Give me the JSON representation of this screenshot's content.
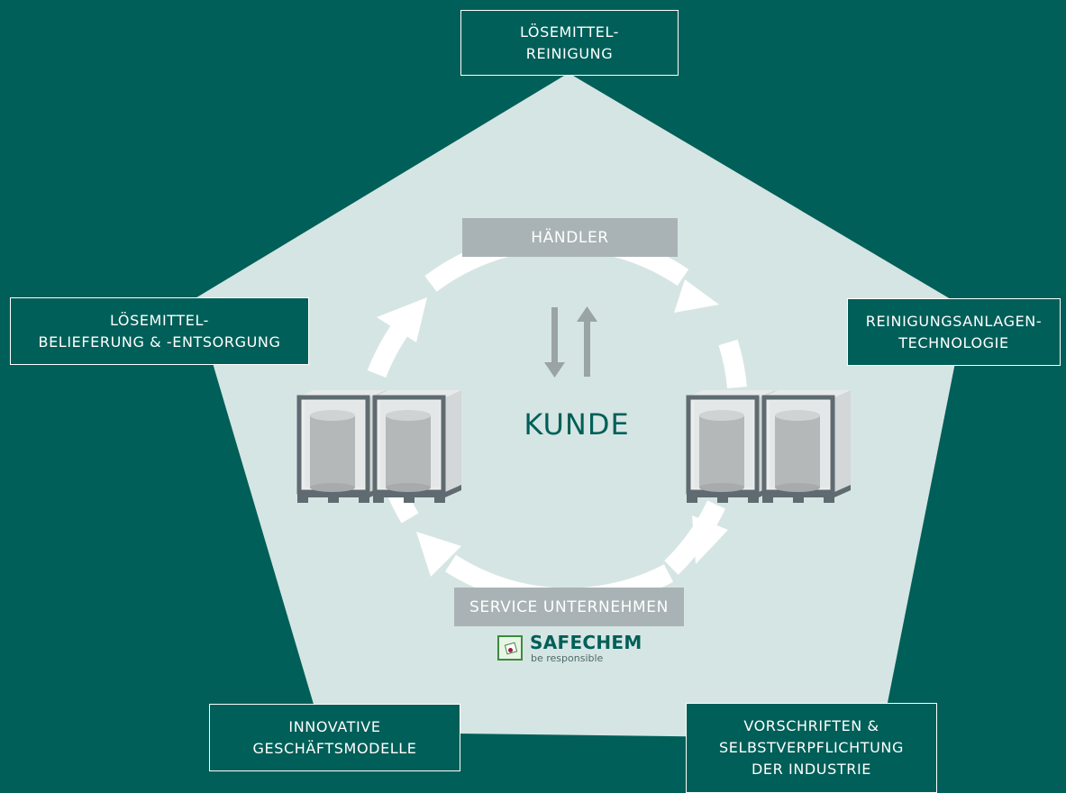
{
  "diagram": {
    "center_label": "KUNDE",
    "ring_labels": {
      "top": "HÄNDLER",
      "bottom": "SERVICE UNTERNEHMEN"
    },
    "corners": {
      "top": [
        "LÖSEMITTEL-",
        "REINIGUNG"
      ],
      "left": [
        "LÖSEMITTEL-",
        "BELIEFERUNG & -ENTSORGUNG"
      ],
      "right": [
        "REINIGUNGSANLAGEN-",
        "TECHNOLOGIE"
      ],
      "bottom_left": [
        "INNOVATIVE",
        "GESCHÄFTSMODELLE"
      ],
      "bottom_right": [
        "VORSCHRIFTEN &",
        "SELBSTVERPFLICHTUNG",
        "DER INDUSTRIE"
      ]
    },
    "logo": {
      "name": "SAFECHEM",
      "tagline": "be responsible"
    },
    "icons": [
      "exchange-arrows-icon",
      "cycle-arrow-icon",
      "drum-container-icon"
    ]
  },
  "colors": {
    "background": "#005f58",
    "pentagon": "#d5e5e3",
    "ring_label_bg": "#a9b3b6",
    "center_text": "#005f58",
    "arrow": "#ffffff"
  }
}
